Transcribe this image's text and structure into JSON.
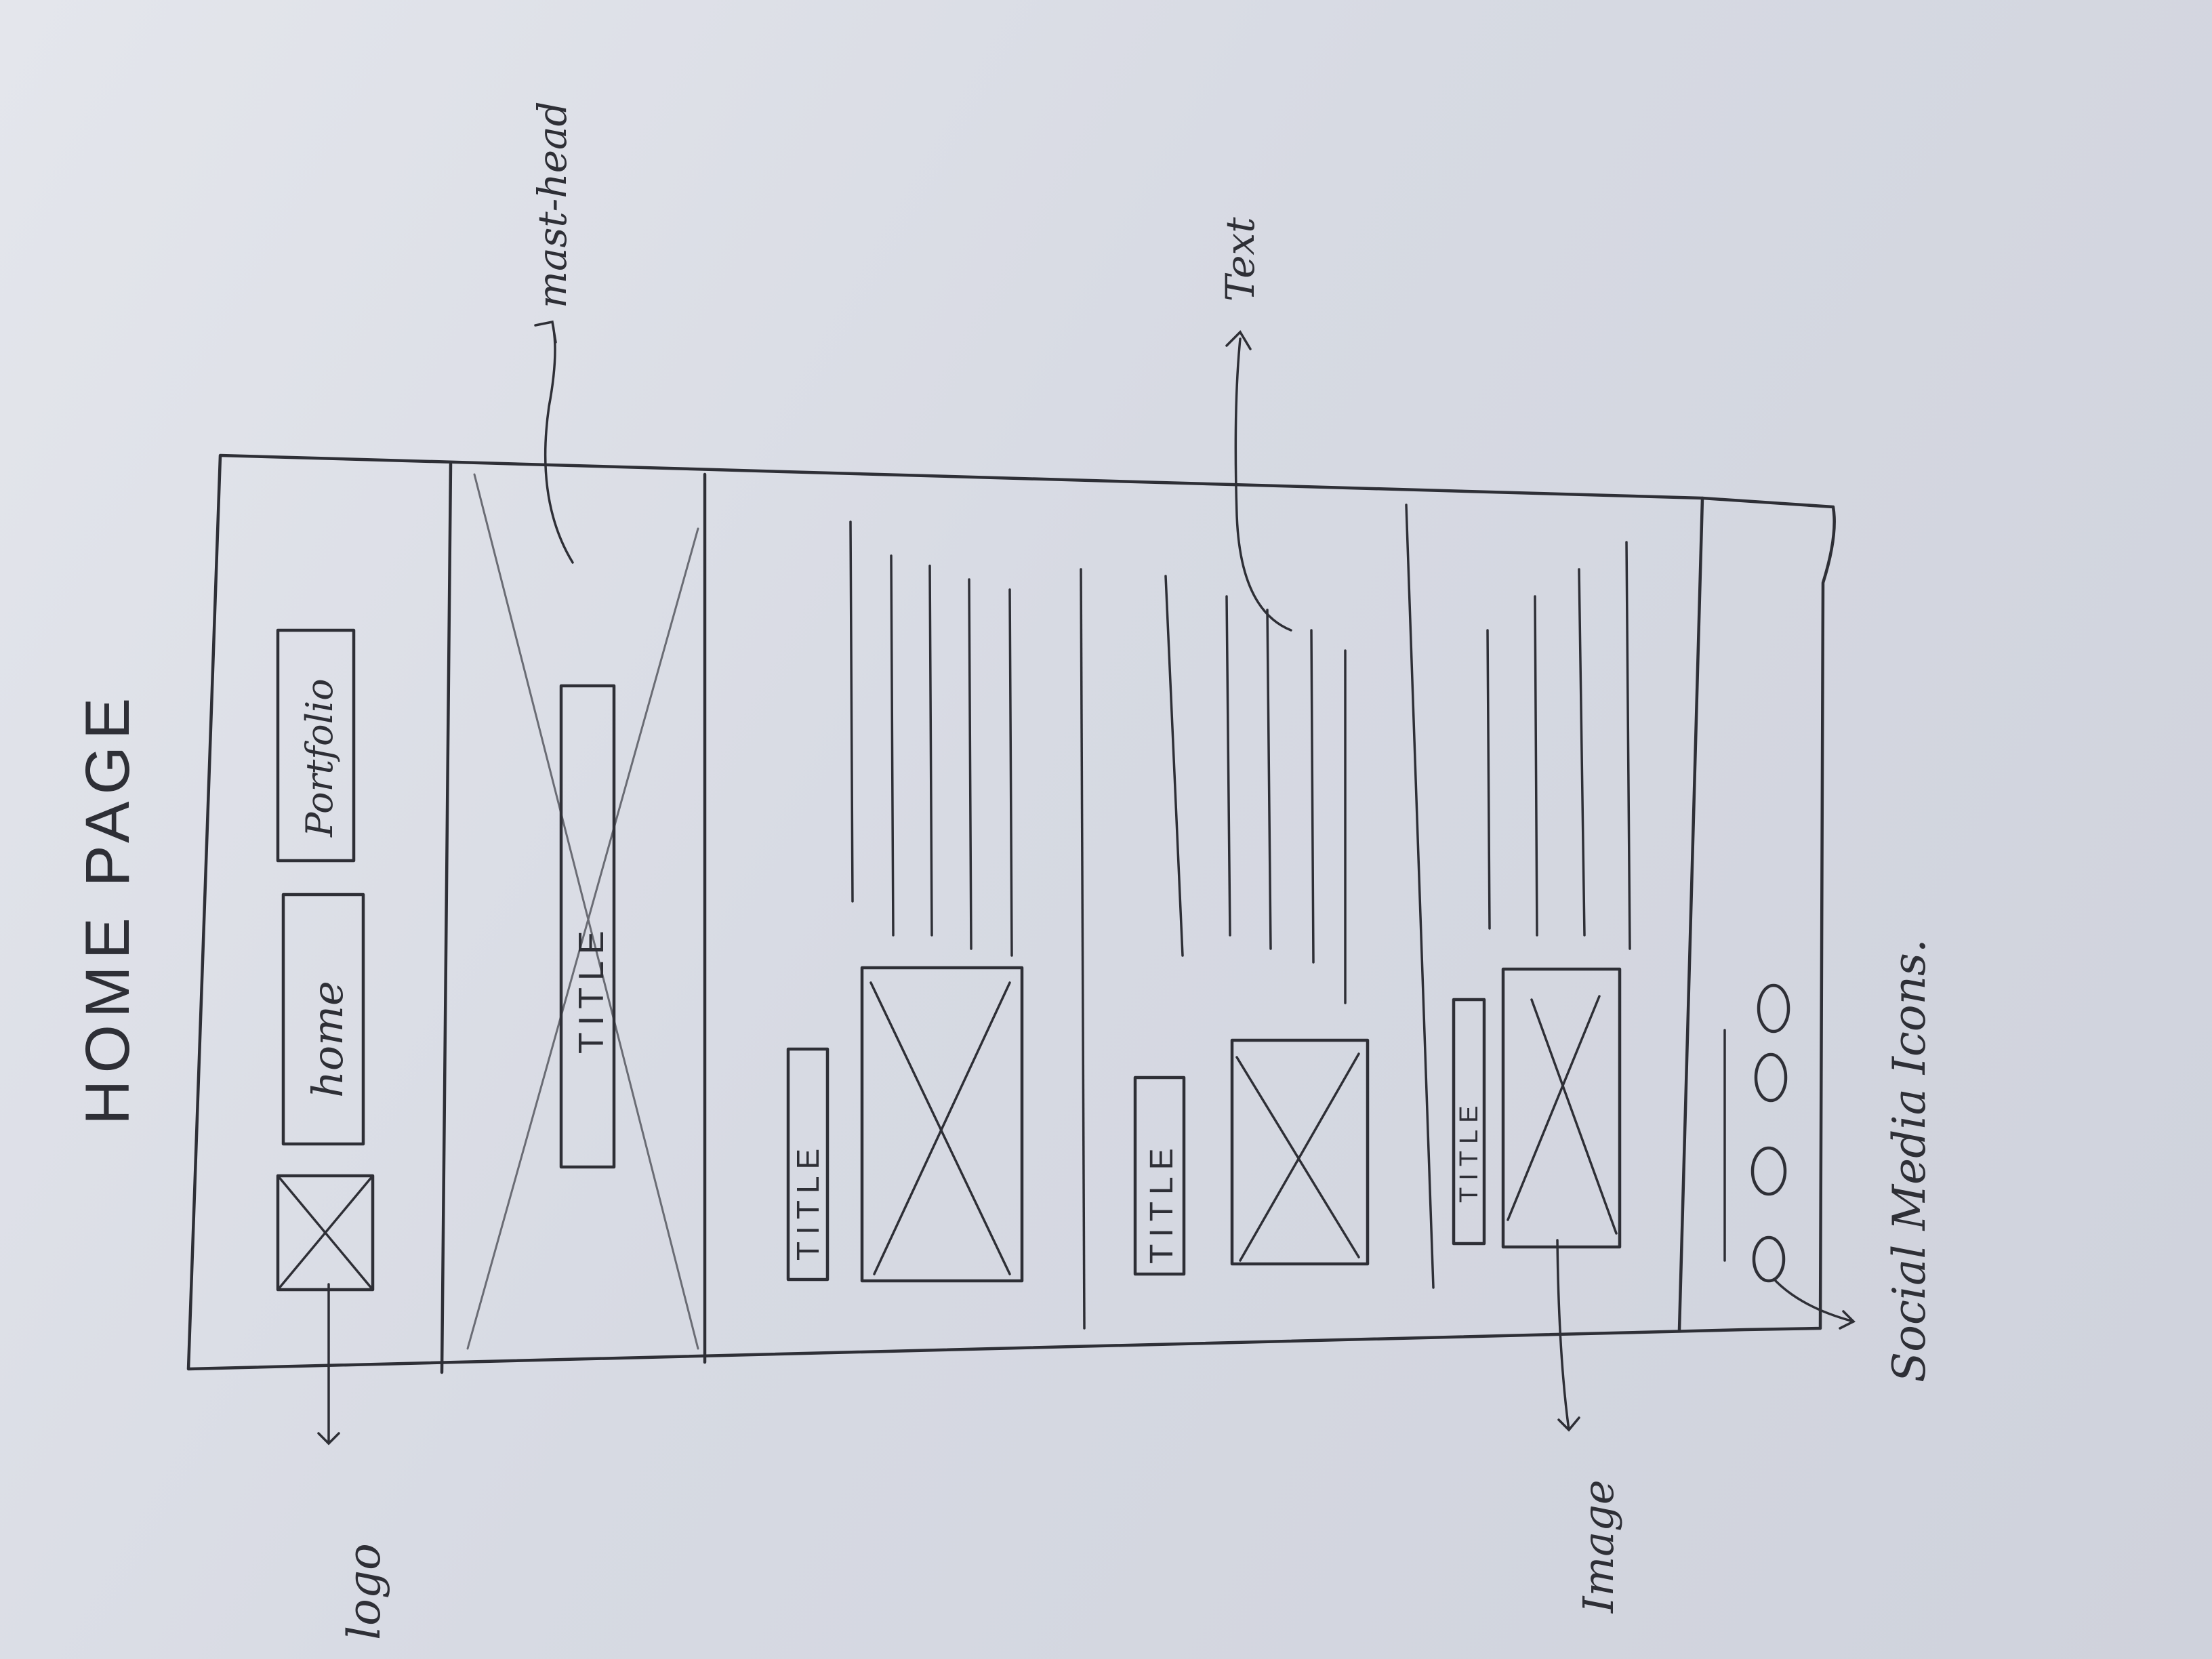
{
  "page_title": "HOME PAGE",
  "nav": {
    "home_label": "home",
    "portfolio_label": "Portfolio"
  },
  "masthead": {
    "title": "TITLE"
  },
  "sections": [
    {
      "title": "TITLE"
    },
    {
      "title": "TITLE"
    },
    {
      "title": "TITLE"
    }
  ],
  "annotations": {
    "masthead": "mast-head",
    "text": "Text",
    "logo": "logo",
    "image": "Image",
    "social": "Social Media Icons."
  },
  "icons": {
    "logo": "image-placeholder-icon",
    "social": [
      "circle-icon",
      "circle-icon",
      "circle-icon",
      "circle-icon"
    ]
  },
  "colors": {
    "paper": "#dcdfe7",
    "ink": "#2e2f36"
  }
}
